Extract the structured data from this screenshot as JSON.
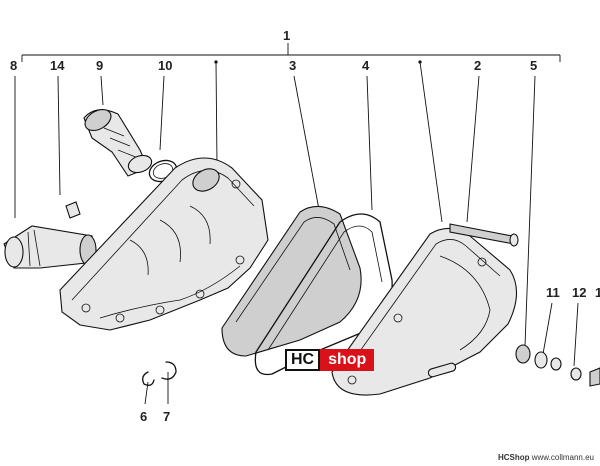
{
  "callouts": {
    "c1": "1",
    "c2": "2",
    "c3": "3",
    "c4": "4",
    "c5": "5",
    "c6": "6",
    "c7": "7",
    "c8": "8",
    "c9": "9",
    "c10": "10",
    "c11": "11",
    "c12": "12",
    "c14": "14",
    "c_cut": "1"
  },
  "logo": {
    "left": "HC",
    "right": "shop"
  },
  "footer": {
    "brand": "HCShop",
    "site": "www.collmann.eu"
  },
  "colors": {
    "logo_red": "#d9111a",
    "line": "#111111"
  }
}
